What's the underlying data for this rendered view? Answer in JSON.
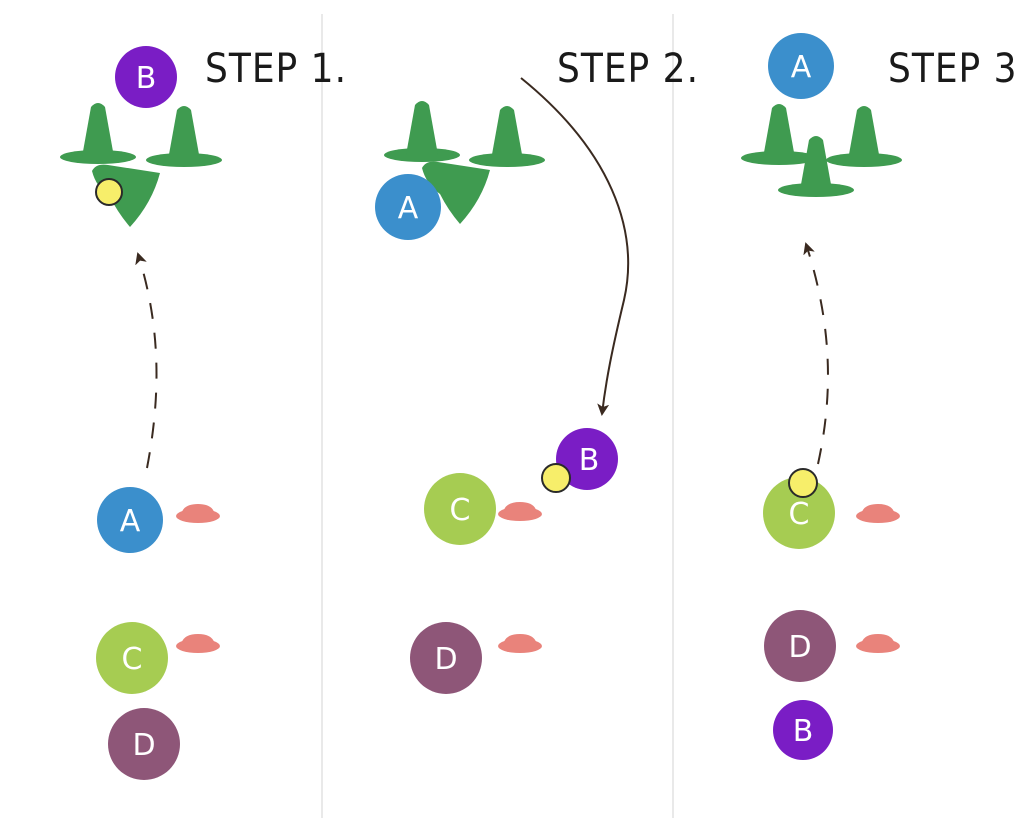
{
  "colors": {
    "divider": "#e2e2e2",
    "cone": "#3f9b50",
    "marker": "#e9837b",
    "ball_fill": "#f7ee6a",
    "ball_stroke": "#2a2a2a",
    "arrow": "#3a2a20",
    "player_a": "#3b8fcc",
    "player_b": "#7a1dc5",
    "player_c": "#a6cc52",
    "player_d": "#8e5678"
  },
  "steps": [
    {
      "title": "STEP 1."
    },
    {
      "title": "STEP 2."
    },
    {
      "title": "STEP 3."
    }
  ],
  "players": {
    "a": "A",
    "b": "B",
    "c": "C",
    "d": "D"
  }
}
